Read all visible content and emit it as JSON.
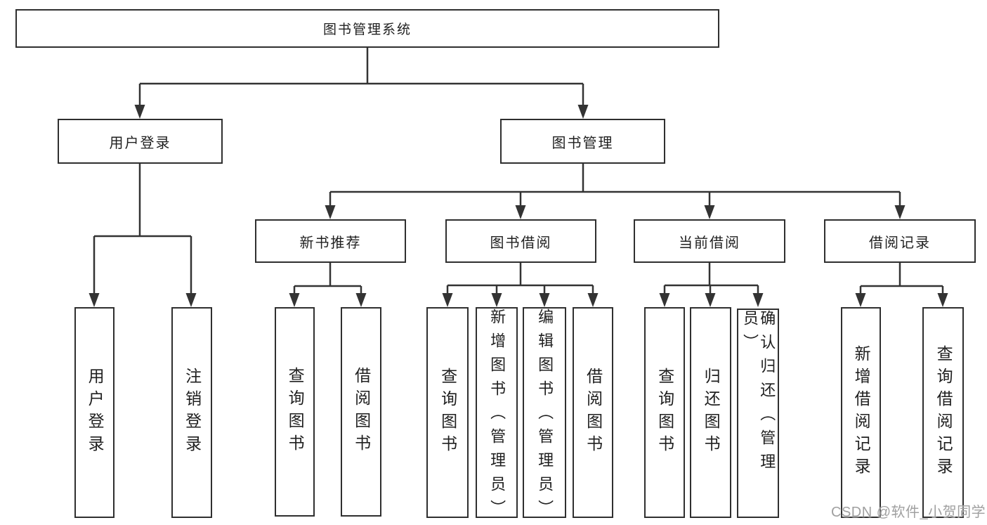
{
  "tree": {
    "label": "图书管理系统",
    "children": [
      {
        "label": "用户登录",
        "children": [
          {
            "label": "用户登录"
          },
          {
            "label": "注销登录"
          }
        ]
      },
      {
        "label": "图书管理",
        "children": [
          {
            "label": "新书推荐",
            "children": [
              {
                "label": "查询图书"
              },
              {
                "label": "借阅图书"
              }
            ]
          },
          {
            "label": "图书借阅",
            "children": [
              {
                "label": "查询图书"
              },
              {
                "label": "新增图书（管理员）"
              },
              {
                "label": "编辑图书（管理员）"
              },
              {
                "label": "借阅图书"
              }
            ]
          },
          {
            "label": "当前借阅",
            "children": [
              {
                "label": "查询图书"
              },
              {
                "label": "归还图书"
              },
              {
                "label": "确认归还（管理员）"
              }
            ]
          },
          {
            "label": "借阅记录",
            "children": [
              {
                "label": "新增借阅记录"
              },
              {
                "label": "查询借阅记录"
              }
            ]
          }
        ]
      }
    ]
  },
  "watermark": {
    "text": "CSDN @软件_小贺同学"
  },
  "colors": {
    "line": "#333333",
    "box_border": "#2f2f2f",
    "text": "#1f1f1f",
    "watermark": "#a0a0a0",
    "background": "#ffffff"
  }
}
